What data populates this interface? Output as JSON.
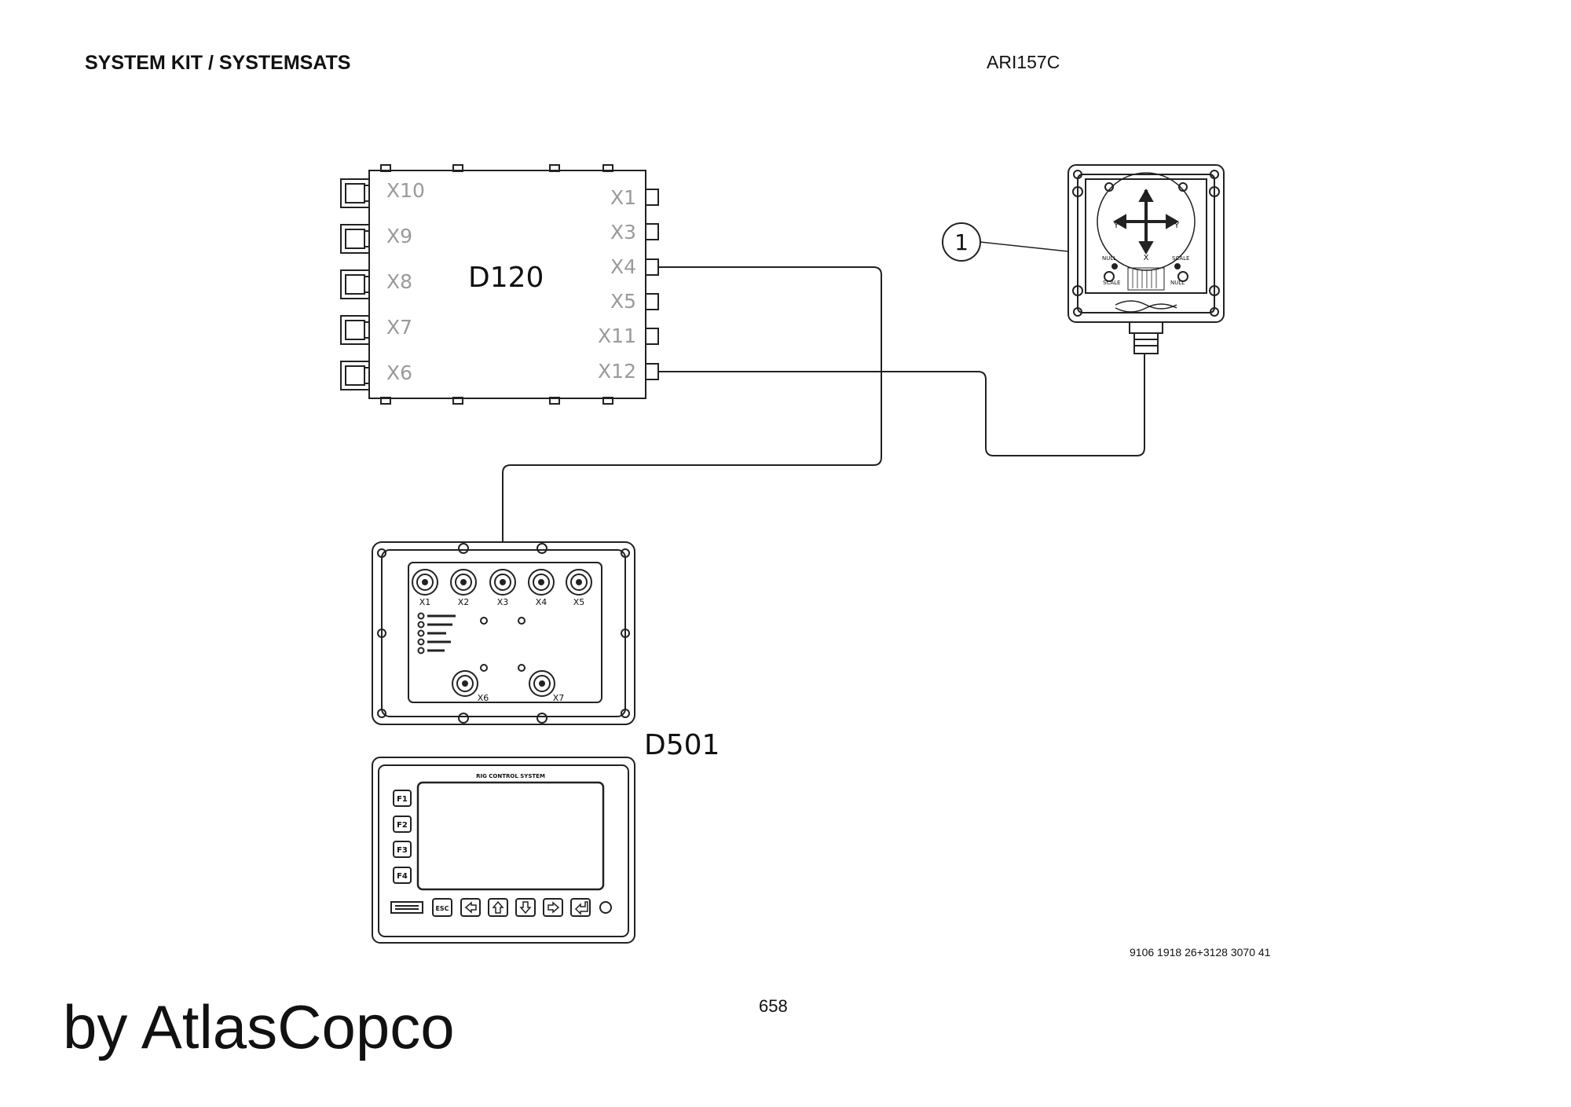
{
  "header": {
    "title": "SYSTEM KIT / SYSTEMSATS",
    "doc_id": "ARI157C"
  },
  "footer": {
    "part_number": "9106 1918 26+3128 3070 41",
    "page_number": "658",
    "brand": "by AtlasCopco"
  },
  "d120": {
    "label": "D120",
    "left_ports": [
      "X10",
      "X9",
      "X8",
      "X7",
      "X6"
    ],
    "right_ports": [
      "X1",
      "X3",
      "X4",
      "X5",
      "X11",
      "X12"
    ]
  },
  "d501": {
    "label": "D501",
    "top_connectors": [
      "X1",
      "X2",
      "X3",
      "X4",
      "X5"
    ],
    "bottom_connectors": [
      "X6",
      "X7"
    ],
    "indicator_labels": [
      "",
      "",
      "",
      "",
      ""
    ],
    "display_title": "RIG CONTROL SYSTEM",
    "function_keys": [
      "F1",
      "F2",
      "F3",
      "F4"
    ],
    "esc_key": "ESC"
  },
  "sensor": {
    "callout": "1",
    "axis_x": "X",
    "axis_y": "Y",
    "null_label": "NULL",
    "scale_label": "SCALE"
  },
  "colors": {
    "line": "#222222",
    "port_label": "#9a9a9a"
  }
}
